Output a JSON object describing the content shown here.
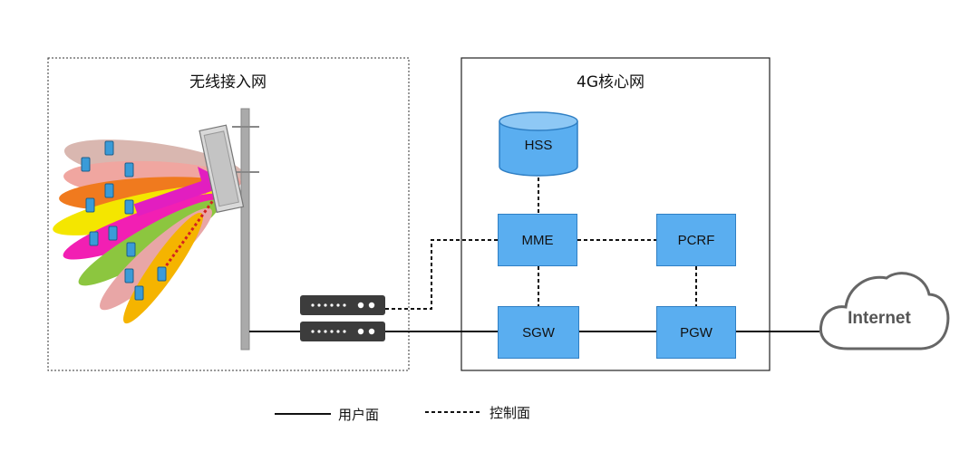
{
  "ran": {
    "title": "无线接入网"
  },
  "core": {
    "title": "4G核心网",
    "nodes": {
      "hss": "HSS",
      "mme": "MME",
      "pcrf": "PCRF",
      "sgw": "SGW",
      "pgw": "PGW"
    }
  },
  "internet": {
    "label": "Internet"
  },
  "legend": {
    "user_plane": "用户面",
    "control_plane": "控制面"
  },
  "colors": {
    "node_fill": "#5aaef0",
    "node_border": "#2f7fc4",
    "control_line": "#111111",
    "user_line": "#111111"
  }
}
